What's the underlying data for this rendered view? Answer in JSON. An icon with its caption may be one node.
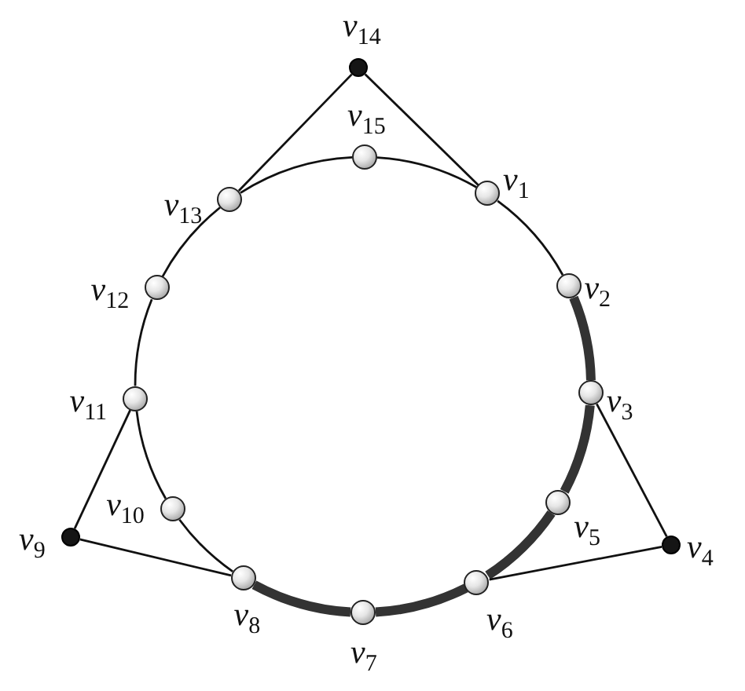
{
  "diagram": {
    "nodes": [
      {
        "text": [
          "*v*$_{1}$"
        ]
      },
      {
        "text": [
          "*v*$_{2}$"
        ]
      },
      {
        "text": [
          "*v*$_{3}$"
        ]
      },
      {
        "text": [
          "*v*$_{4}$"
        ]
      },
      {
        "text": [
          "*v*$_{5}$"
        ]
      },
      {
        "text": [
          "*v*$_{6}$"
        ]
      },
      {
        "text": [
          "*v*$_{7}$"
        ]
      },
      {
        "text": [
          "*v*$_{8}$"
        ]
      },
      {
        "text": [
          "*v*$_{9}$"
        ]
      },
      {
        "text": [
          "*v*$_{10}$"
        ]
      },
      {
        "text": [
          "*v*$_{11}$"
        ]
      },
      {
        "text": [
          "*v*$_{12}$"
        ]
      },
      {
        "text": [
          "*v*$_{13}$"
        ]
      },
      {
        "text": [
          "*v*$_{14}$"
        ]
      },
      {
        "text": [
          "*v*$_{15}$"
        ]
      }
    ],
    "edges": [
      {
        "from": 14,
        "to": 0,
        "arrow": "none"
      },
      {
        "from": 0,
        "to": 1,
        "arrow": "none"
      },
      {
        "from": 1,
        "to": 2,
        "arrow": "none",
        "style": "thick"
      },
      {
        "from": 2,
        "to": 4,
        "arrow": "none",
        "style": "thick"
      },
      {
        "from": 4,
        "to": 5,
        "arrow": "none",
        "style": "thick"
      },
      {
        "from": 5,
        "to": 6,
        "arrow": "none",
        "style": "thick"
      },
      {
        "from": 6,
        "to": 7,
        "arrow": "none",
        "style": "thick"
      },
      {
        "from": 7,
        "to": 9,
        "arrow": "none"
      },
      {
        "from": 9,
        "to": 10,
        "arrow": "none"
      },
      {
        "from": 10,
        "to": 11,
        "arrow": "none"
      },
      {
        "from": 11,
        "to": 12,
        "arrow": "none"
      },
      {
        "from": 12,
        "to": 14,
        "arrow": "none"
      },
      {
        "from": 13,
        "to": 12,
        "arrow": "none"
      },
      {
        "from": 13,
        "to": 0,
        "arrow": "none"
      },
      {
        "from": 3,
        "to": 2,
        "arrow": "none"
      },
      {
        "from": 3,
        "to": 5,
        "arrow": "none"
      },
      {
        "from": 8,
        "to": 10,
        "arrow": "none"
      },
      {
        "from": 8,
        "to": 7,
        "arrow": "none"
      }
    ]
  }
}
